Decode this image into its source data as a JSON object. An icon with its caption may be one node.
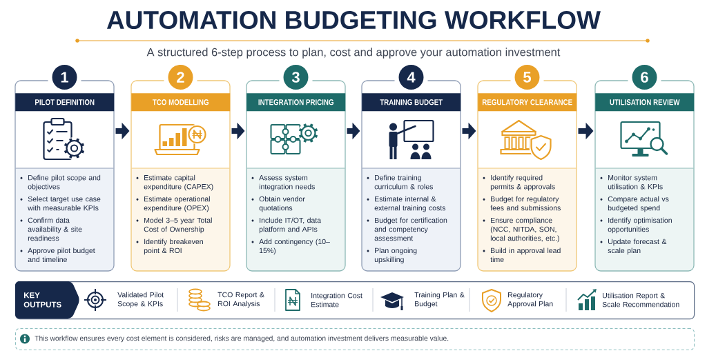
{
  "diagram": {
    "title": "AUTOMATION BUDGETING WORKFLOW",
    "nodes": [
      {
        "text": [
          "1",
          "PILOT DEFINITION",
          "Define pilot scope and objectives",
          "Select target use case with measurable KPIs",
          "Confirm data availability & site readiness",
          "Approve pilot budget and timeline"
        ]
      },
      {
        "text": [
          "2",
          "TCO MODELLING",
          "Estimate capital expenditure (CAPEX)",
          "Estimate operational expenditure (OPEX)",
          "Model 3–5 year Total Cost of Ownership",
          "Identify breakeven point & ROI"
        ]
      },
      {
        "text": [
          "3",
          "INTEGRATION PRICING",
          "Assess system integration needs",
          "Obtain vendor quotations",
          "Include IT/OT, data platform and APIs",
          "Add contingency (10–15%)"
        ]
      },
      {
        "text": [
          "4",
          "TRAINING BUDGET",
          "Define training curriculum & roles",
          "Estimate internal & external training costs",
          "Budget for certification and competency assessment",
          "Plan ongoing upskilling"
        ]
      },
      {
        "text": [
          "5",
          "REGULATORY CLEARANCE",
          "Identify required permits & approvals",
          "Budget for regulatory fees and submissions",
          "Ensure compliance (NCC, NITDA, SON, local authorities, etc.)",
          "Build in approval lead time"
        ]
      },
      {
        "text": [
          "6",
          "UTILISATION REVIEW",
          "Monitor system utilisation & KPIs",
          "Compare actual vs budgeted spend",
          "Identify optimisation opportunities",
          "Update forecast & scale plan"
        ]
      },
      {
        "text": [
          "Validated Pilot Scope & KPIs",
          "TCO Report & ROI Analysis",
          "Integration Cost Estimate",
          "Training Plan & Budget",
          "Regulatory Approval Plan",
          "Utilisation Report & Scale Recommendation"
        ]
      },
      {
        "text": [
          "KEY OUTPUTS"
        ],
        "in": 6
      },
      {
        "text": [
          "This workflow ensures every cost element is considered, risks are managed, and automation investment delivers measurable value."
        ]
      }
    ],
    "edges": [
      {
        "from": 0,
        "to": 1,
        "arrow": "to"
      },
      {
        "from": 1,
        "to": 2,
        "arrow": "to"
      },
      {
        "from": 2,
        "to": 3,
        "arrow": "to"
      },
      {
        "from": 3,
        "to": 4,
        "arrow": "to"
      },
      {
        "from": 4,
        "to": 5,
        "arrow": "to"
      }
    ],
    "labels": [
      "A structured 6-step process to plan, cost and approve your automation investment"
    ]
  }
}
